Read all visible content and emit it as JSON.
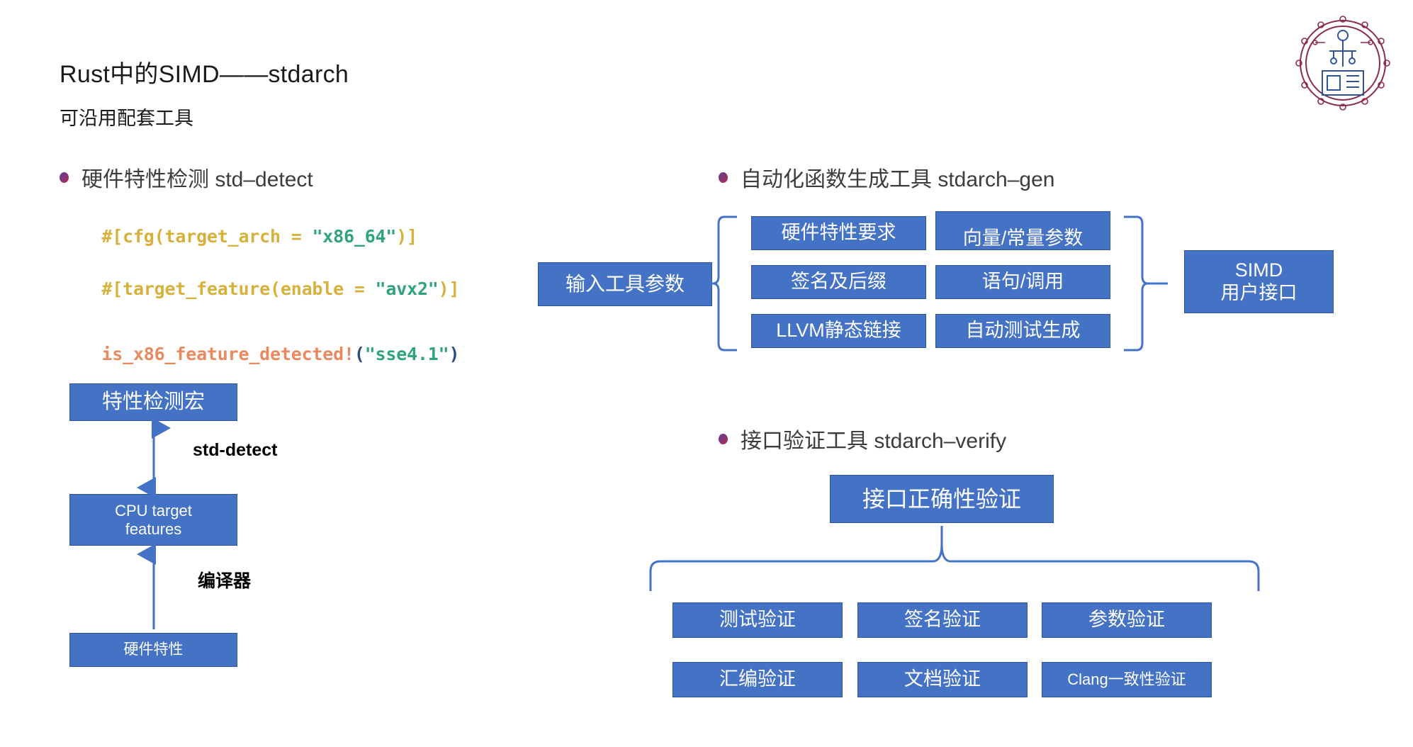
{
  "slide": {
    "title": "Rust中的SIMD——stdarch",
    "subtitle": "可沿用配套工具",
    "accent_blue": "#4472c4",
    "accent_border": "#2f5597"
  },
  "logo": {
    "name": "circular-emblem-logo"
  },
  "left": {
    "bullet": "硬件特性检测 std–detect",
    "code_lines": [
      {
        "attr": "#[cfg(target_arch = ",
        "str": "\"x86_64\"",
        "tail": ")]"
      },
      {
        "attr": "#[target_feature(enable = ",
        "str": "\"avx2\"",
        "tail": ")]"
      }
    ],
    "macro_line": {
      "macro": "is_x86_feature_detected!",
      "open": "(",
      "str": "\"sse4.1\"",
      "close": ")"
    },
    "boxes": {
      "top": "特性检测宏",
      "middle_line1": "CPU  target",
      "middle_line2": "features",
      "bottom": "硬件特性"
    },
    "arrow_labels": {
      "upper": "std-detect",
      "lower": "编译器"
    }
  },
  "gen": {
    "bullet": "自动化函数生成工具 stdarch–gen",
    "input_box": "输入工具参数",
    "col1": [
      "硬件特性要求",
      "签名及后缀",
      "LLVM静态链接"
    ],
    "col2": [
      "向量/常量参数",
      "语句/调用",
      "自动测试生成"
    ],
    "output_box_line1": "SIMD",
    "output_box_line2": "用户接口"
  },
  "verify": {
    "bullet": "接口验证工具 stdarch–verify",
    "head_box": "接口正确性验证",
    "row1": [
      "测试验证",
      "签名验证",
      "参数验证"
    ],
    "row2": [
      "汇编验证",
      "文档验证",
      "Clang一致性验证"
    ]
  }
}
